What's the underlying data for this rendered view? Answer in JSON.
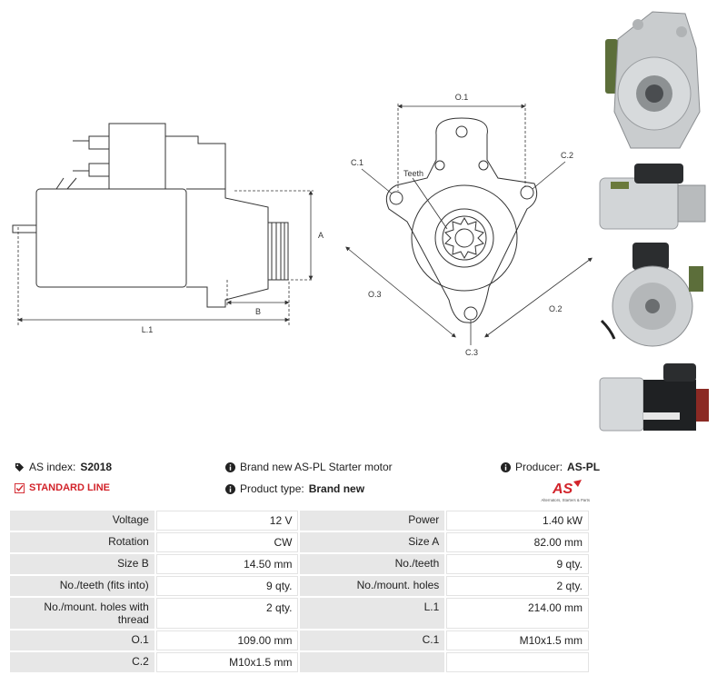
{
  "diagram_labels": {
    "side_l1": "L.1",
    "side_a": "A",
    "side_b": "B",
    "front_o1": "O.1",
    "front_o2": "O.2",
    "front_o3": "O.3",
    "front_c1": "C.1",
    "front_c2": "C.2",
    "front_c3": "C.3",
    "front_teeth": "Teeth"
  },
  "info": {
    "as_index_label": "AS index:",
    "as_index_value": "S2018",
    "standard_line": "STANDARD LINE",
    "description": "Brand new AS-PL Starter motor",
    "product_type_label": "Product type:",
    "product_type_value": "Brand new",
    "producer_label": "Producer:",
    "producer_value": "AS-PL",
    "logo_text": "AS",
    "logo_tagline": "Alternators, Starters & Parts"
  },
  "specs": [
    [
      {
        "label": "Voltage",
        "value": "12 V"
      },
      {
        "label": "Power",
        "value": "1.40 kW"
      }
    ],
    [
      {
        "label": "Rotation",
        "value": "CW"
      },
      {
        "label": "Size A",
        "value": "82.00 mm"
      }
    ],
    [
      {
        "label": "Size B",
        "value": "14.50 mm"
      },
      {
        "label": "No./teeth",
        "value": "9 qty."
      }
    ],
    [
      {
        "label": "No./teeth (fits into)",
        "value": "9 qty."
      },
      {
        "label": "No./mount. holes",
        "value": "2 qty."
      }
    ],
    [
      {
        "label": "No./mount. holes with thread",
        "value": "2 qty."
      },
      {
        "label": "L.1",
        "value": "214.00 mm"
      }
    ],
    [
      {
        "label": "O.1",
        "value": "109.00 mm"
      },
      {
        "label": "C.1",
        "value": "M10x1.5 mm"
      }
    ],
    [
      {
        "label": "C.2",
        "value": "M10x1.5 mm"
      },
      {
        "label": "",
        "value": ""
      }
    ]
  ],
  "colors": {
    "accent_red": "#d2232a",
    "label_bg": "#e7e7e7",
    "line": "#333333"
  }
}
